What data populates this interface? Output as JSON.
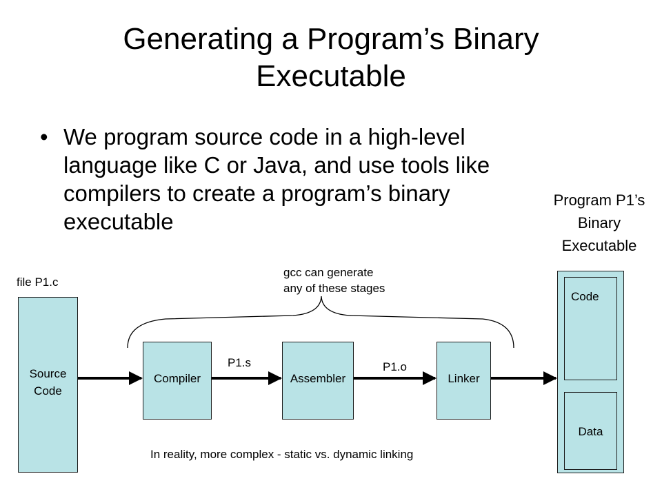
{
  "title": {
    "line1": "Generating a Program’s Binary",
    "line2": "Executable"
  },
  "bullet": {
    "marker": "•",
    "text": "We program source code in a high-level language like C or Java, and use tools like compilers to create a program’s binary executable"
  },
  "diagram": {
    "source_file_label": "file P1.c",
    "source_box": {
      "line1": "Source",
      "line2": "Code"
    },
    "gcc_note": {
      "line1": "gcc can generate",
      "line2": "any of these stages"
    },
    "compiler_label": "Compiler",
    "assembler_label": "Assembler",
    "linker_label": "Linker",
    "compiler_output": "P1.s",
    "assembler_output": "P1.o",
    "executable_title": {
      "line1": "Program P1’s",
      "line2": "Binary",
      "line3": "Executable"
    },
    "code_label": "Code",
    "data_label": "Data",
    "footnote": "In reality, more complex - static vs. dynamic linking"
  },
  "colors": {
    "box_fill": "#b9e3e6",
    "outline": "#1a1a1a",
    "background": "#ffffff"
  }
}
